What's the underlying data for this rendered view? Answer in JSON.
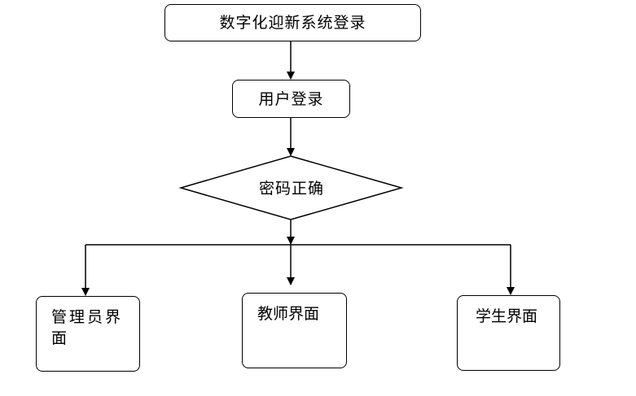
{
  "nodes": {
    "title": "数字化迎新系统登录",
    "user_login": "用户登录",
    "password_check": "密码正确",
    "admin_line1": "管理员界",
    "admin_line2": "面",
    "teacher": "教师界面",
    "student": "学生界面"
  },
  "colors": {
    "stroke": "#000000",
    "background": "#ffffff"
  }
}
